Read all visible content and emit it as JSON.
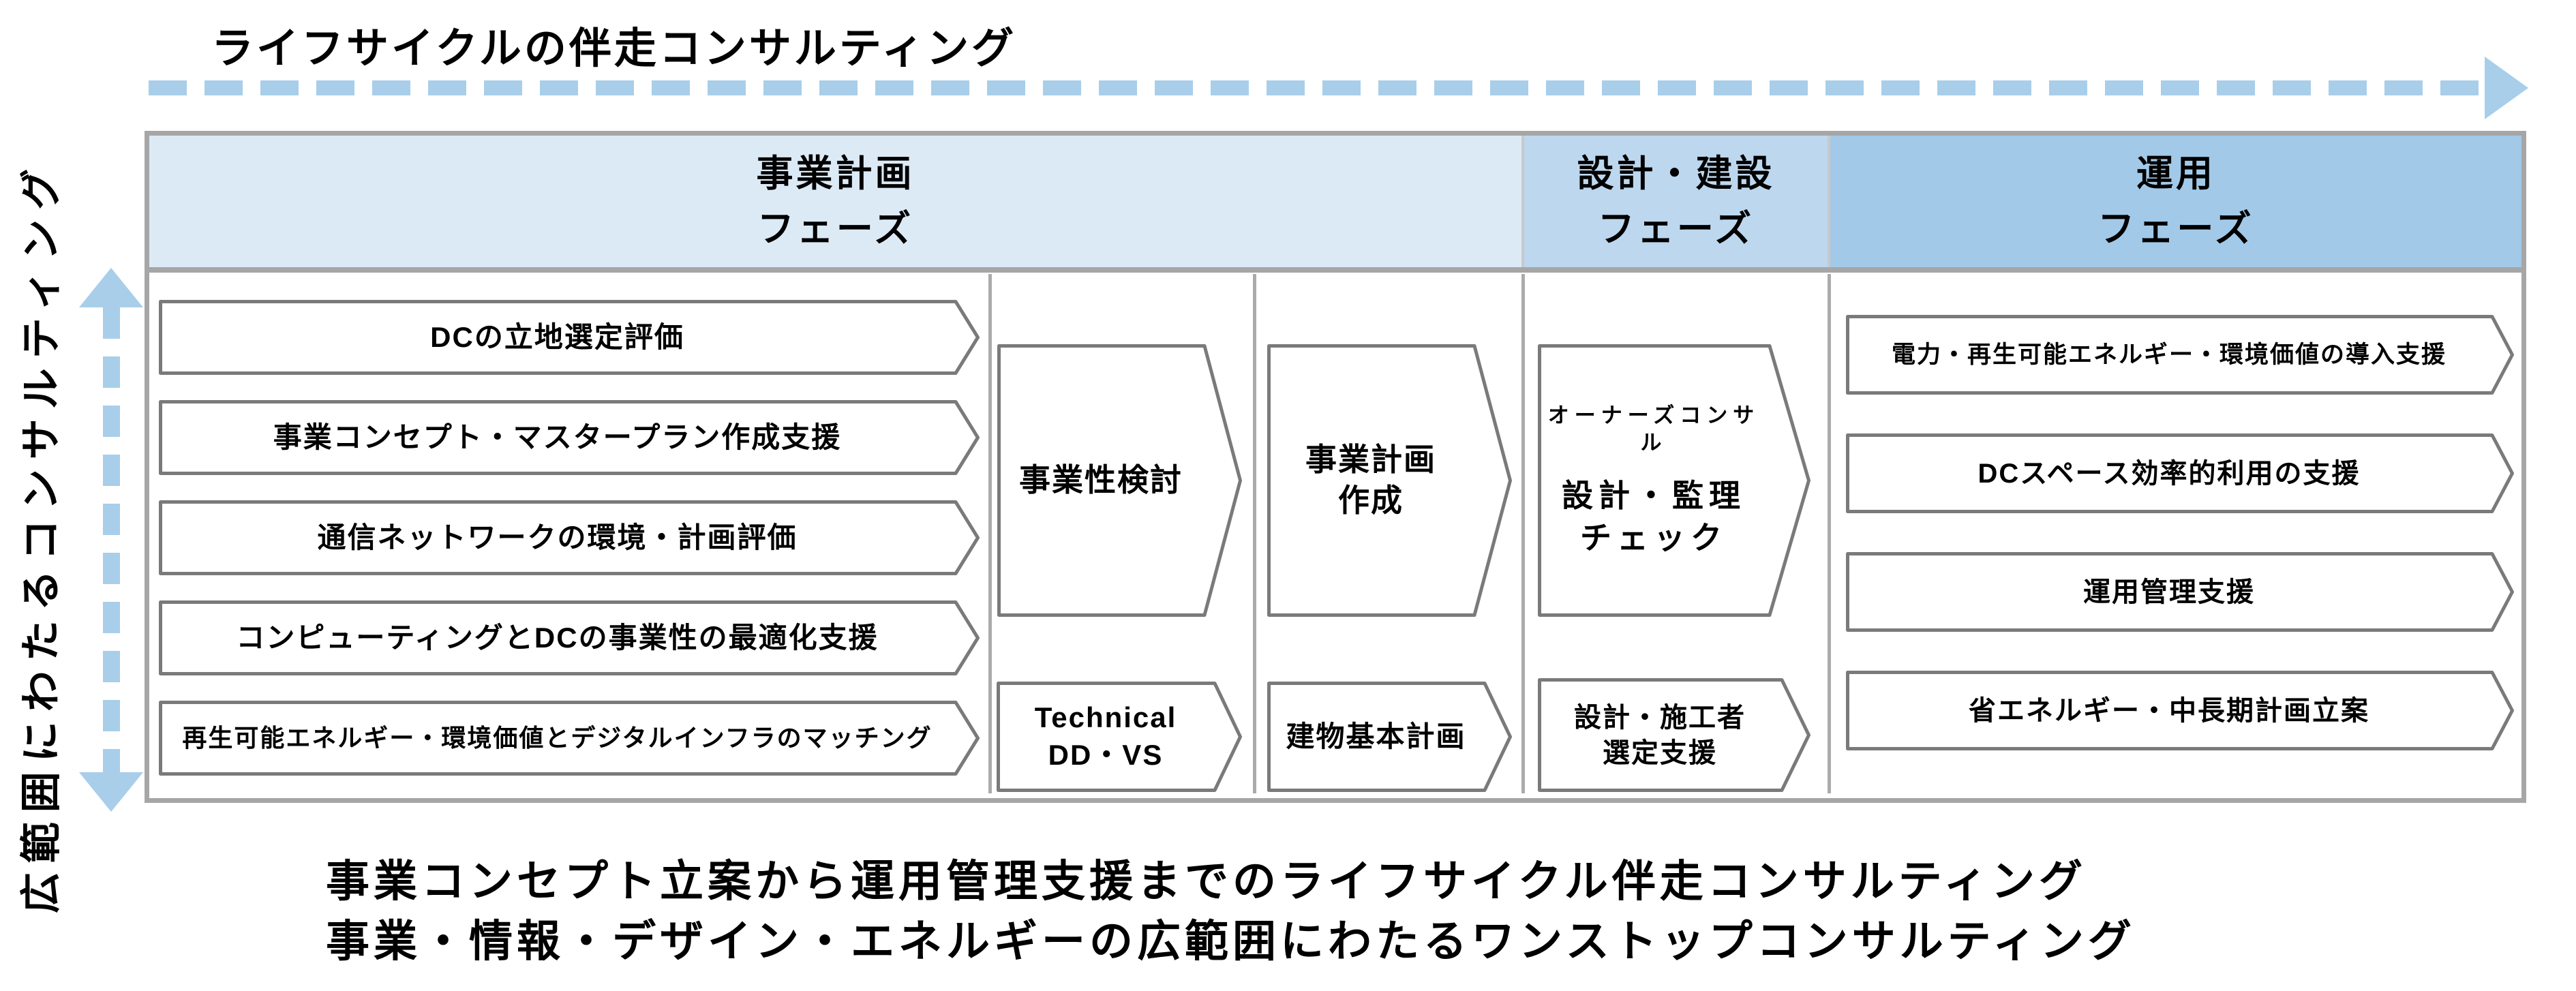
{
  "top_arrow_label": "ライフサイクルの伴走コンサルティング",
  "left_arrow_label": "広範囲にわたるコンサルティング",
  "phases": {
    "planning": "事業計画\nフェーズ",
    "design_build": "設計・建設\nフェーズ",
    "operation": "運用\nフェーズ"
  },
  "planning": {
    "services": [
      "DCの立地選定評価",
      "事業コンセプト・マスタープラン作成支援",
      "通信ネットワークの環境・計画評価",
      "コンピューティングとDCの事業性の最適化支援",
      "再生可能エネルギー・環境価値とデジタルインフラのマッチング"
    ],
    "feasibility_study": "事業性検討",
    "technical_dd": "Technical\nDD・VS",
    "business_plan_creation": "事業計画\n作成",
    "building_basic_plan": "建物基本計画"
  },
  "design_build": {
    "owners_consult_tag": "オーナーズコンサル",
    "design_supervision_check": "設計・監理\nチェック",
    "contractor_selection_support": "設計・施工者\n選定支援"
  },
  "operation": {
    "services": [
      "電力・再生可能エネルギー・環境価値の導入支援",
      "DCスペース効率的利用の支援",
      "運用管理支援",
      "省エネルギー・中長期計画立案"
    ]
  },
  "footer": {
    "line1": "事業コンセプト立案から運用管理支援までのライフサイクル伴走コンサルティング",
    "line2": "事業・情報・デザイン・エネルギーの広範囲にわたるワンストップコンサルティング"
  },
  "colors": {
    "arrow_blue": "#A8CEEA",
    "phase_planning": "#DCEAF6",
    "phase_design_build": "#BDD7EE",
    "phase_operation": "#A2C9E8",
    "table_border": "#A6A6A6",
    "box_border": "#7A7A7A"
  }
}
